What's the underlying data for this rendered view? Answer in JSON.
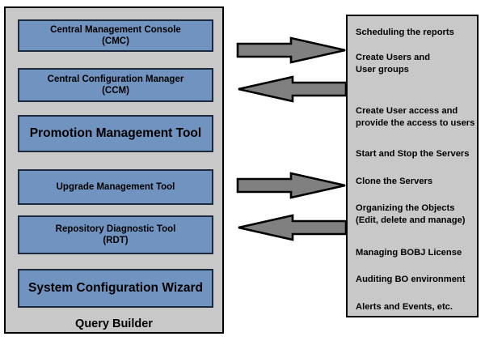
{
  "diagram": {
    "left_panel": {
      "footer_label": "Query Builder",
      "tools": [
        {
          "line1": "Central Management Console",
          "line2": "(CMC)",
          "size": "small"
        },
        {
          "line1": "Central Configuration Manager",
          "line2": "(CCM)",
          "size": "small"
        },
        {
          "line1": "Promotion Management Tool",
          "line2": "",
          "size": "large"
        },
        {
          "line1": "Upgrade Management Tool",
          "line2": "",
          "size": "small"
        },
        {
          "line1": "Repository Diagnostic Tool",
          "line2": "(RDT)",
          "size": "small"
        },
        {
          "line1": "System Configuration Wizard",
          "line2": "",
          "size": "large"
        }
      ]
    },
    "right_panel": {
      "features": [
        {
          "line1": "Scheduling the reports",
          "line2": ""
        },
        {
          "line1": "Create Users and",
          "line2": "User groups"
        },
        {
          "line1": "Create User access and",
          "line2": "provide the access to users"
        },
        {
          "line1": "Start and Stop the Servers",
          "line2": ""
        },
        {
          "line1": "Clone the Servers",
          "line2": ""
        },
        {
          "line1": "Organizing the Objects",
          "line2": "(Edit, delete and manage)"
        },
        {
          "line1": "Managing BOBJ License",
          "line2": ""
        },
        {
          "line1": "Auditing BO environment",
          "line2": ""
        },
        {
          "line1": "Alerts and Events, etc.",
          "line2": ""
        }
      ]
    },
    "arrows": [
      {
        "name": "arrow-top-right",
        "direction": "right"
      },
      {
        "name": "arrow-top-left",
        "direction": "left"
      },
      {
        "name": "arrow-bot-right",
        "direction": "right"
      },
      {
        "name": "arrow-bot-left",
        "direction": "left"
      }
    ],
    "colors": {
      "panel_background": "#c8c8c8",
      "tool_box_fill": "#7093c0",
      "tool_box_border": "#1b2a3e",
      "arrow_fill": "#808080",
      "arrow_border": "#000000",
      "page_background": "#ffffff",
      "text": "#000000"
    }
  }
}
